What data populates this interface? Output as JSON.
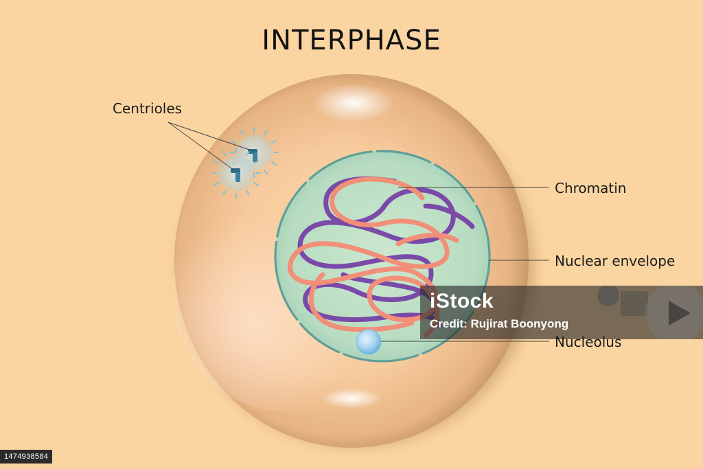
{
  "title": "INTERPHASE",
  "labels": {
    "centrioles": "Centrioles",
    "chromatin": "Chromatin",
    "nuclear_envelope": "Nuclear envelope",
    "nucleolus": "Nucleolus"
  },
  "watermark": {
    "logo": "iStock",
    "credit": "Credit: Rujirat Boonyong"
  },
  "stock_id": "1474938584",
  "colors": {
    "background": "#fbd5a1",
    "cell": "#f6c79a",
    "nucleus": "#bfe0c6",
    "nuclear_envelope": "#5e9f98",
    "chromatin_purple": "#7a4aa8",
    "chromatin_salmon": "#f28f78",
    "nucleolus": "#a8d4ef",
    "centriole": "#2f6f86"
  }
}
